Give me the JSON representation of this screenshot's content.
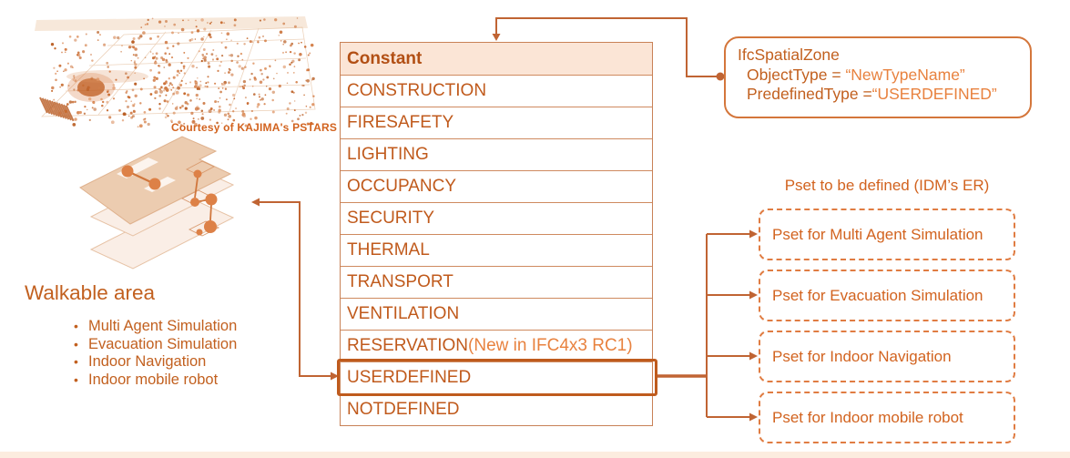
{
  "theme": {
    "accent_dark": "#c05a1c",
    "accent_mid": "#d2631f",
    "accent_light": "#e8823f",
    "header_fill": "#fbe5d6",
    "line_color": "#c06433",
    "thin_border": "#c88156",
    "highlight_border": "#bf5b1d",
    "dashed_border": "#e07c42",
    "bottom_strip": "#fcecdf"
  },
  "left_panel": {
    "crowd_caption": "Courtesy of KAJIMA's PSTARS",
    "walkable_title": "Walkable area",
    "walkable_items": [
      "Multi Agent Simulation",
      "Evacuation Simulation",
      "Indoor Navigation",
      "Indoor mobile robot"
    ]
  },
  "constant_table": {
    "header": "Constant",
    "rows": [
      {
        "label": "CONSTRUCTION"
      },
      {
        "label": "FIRESAFETY"
      },
      {
        "label": "LIGHTING"
      },
      {
        "label": "OCCUPANCY"
      },
      {
        "label": "SECURITY"
      },
      {
        "label": "THERMAL"
      },
      {
        "label": "TRANSPORT"
      },
      {
        "label": "VENTILATION"
      },
      {
        "label": "RESERVATION",
        "suffix": " (New in IFC4x3 RC1)"
      },
      {
        "label": "USERDEFINED",
        "highlighted": true
      },
      {
        "label": "NOTDEFINED"
      }
    ]
  },
  "spatial_zone_box": {
    "title": "IfcSpatialZone",
    "attributes": [
      {
        "key": "ObjectType = ",
        "value": "“NewTypeName”"
      },
      {
        "key": "PredefinedType =",
        "value": "“USERDEFINED”"
      }
    ]
  },
  "pset_section": {
    "title": "Pset to be defined (IDM’s ER)",
    "boxes": [
      "Pset for Multi Agent Simulation",
      "Pset for Evacuation Simulation",
      "Pset for Indoor Navigation",
      "Pset for Indoor mobile robot"
    ]
  }
}
